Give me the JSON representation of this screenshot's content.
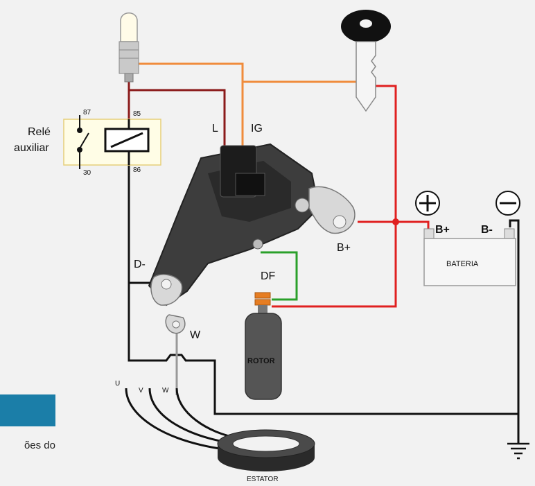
{
  "labels": {
    "rele": "Relé",
    "auxiliar": "auxiliar",
    "pin_87": "87",
    "pin_30": "30",
    "pin_85": "85",
    "pin_86": "86",
    "l": "L",
    "ig": "IG",
    "d_minus": "D-",
    "df": "DF",
    "b_plus_regulator": "B+",
    "w": "W",
    "rotor": "ROTOR",
    "bateria": "BATERIA",
    "b_plus_battery": "B+",
    "b_minus_battery": "B-",
    "u": "U",
    "v": "V",
    "w_stator": "W",
    "estator": "ESTATOR"
  },
  "caption": "ões do",
  "colors": {
    "ground_wire": "#111111",
    "lamp_wire": "#8b1a1a",
    "ignition_wire": "#f08c3c",
    "battery_wire": "#e02020",
    "field_wire": "#2aa02a",
    "caption_bar": "#1b7ea8"
  },
  "icons": [
    "lamp-icon",
    "key-icon",
    "relay-icon",
    "plus-icon",
    "minus-icon",
    "ground-icon",
    "regulator-icon",
    "rotor-icon",
    "stator-icon",
    "battery-icon"
  ]
}
